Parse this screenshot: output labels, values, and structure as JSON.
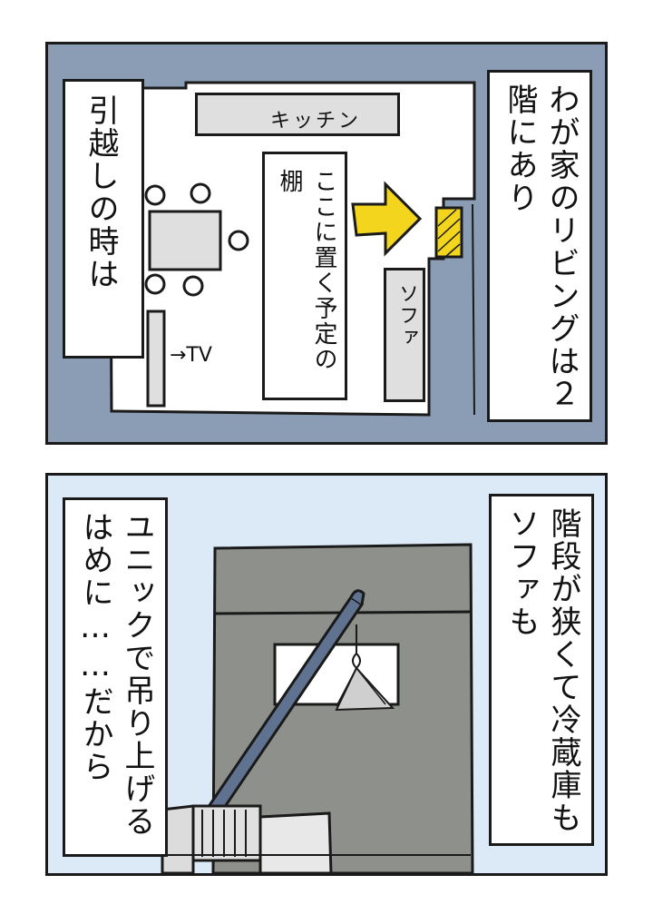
{
  "panel1": {
    "caption_right": "わが家のリビングは２階にあり",
    "caption_left": "引越しの時は",
    "kitchen_label": "キッチン",
    "shelf_label": "ここに置く予定の棚",
    "sofa_label": "ソファ",
    "tv_label": "→TV"
  },
  "panel2": {
    "caption_right": "階段が狭くて冷蔵庫もソファも",
    "caption_left": "ユニックで吊り上げるはめに……だから"
  }
}
